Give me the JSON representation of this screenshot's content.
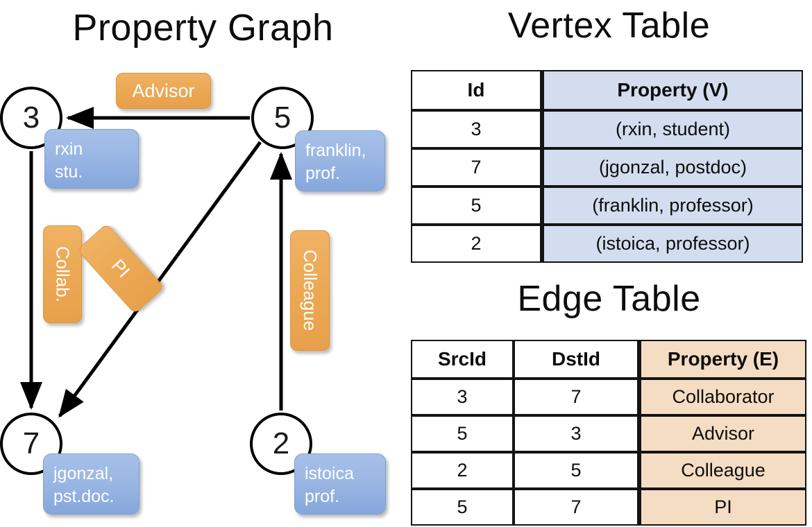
{
  "titles": {
    "property_graph": "Property Graph",
    "vertex_table": "Vertex Table",
    "edge_table": "Edge Table"
  },
  "graph": {
    "nodes": [
      {
        "id": "3",
        "label": "3",
        "property_line1": "rxin",
        "property_line2": "stu."
      },
      {
        "id": "5",
        "label": "5",
        "property_line1": "franklin,",
        "property_line2": "prof."
      },
      {
        "id": "7",
        "label": "7",
        "property_line1": "jgonzal,",
        "property_line2": "pst.doc."
      },
      {
        "id": "2",
        "label": "2",
        "property_line1": "istoica",
        "property_line2": "prof."
      }
    ],
    "edge_labels": [
      {
        "name": "advisor",
        "text": "Advisor"
      },
      {
        "name": "collab",
        "text": "Collab."
      },
      {
        "name": "pi",
        "text": "PI"
      },
      {
        "name": "colleague",
        "text": "Colleague"
      }
    ]
  },
  "vertex_table": {
    "headers": [
      "Id",
      "Property (V)"
    ],
    "rows": [
      {
        "id": "3",
        "property": "(rxin, student)"
      },
      {
        "id": "7",
        "property": "(jgonzal, postdoc)"
      },
      {
        "id": "5",
        "property": "(franklin, professor)"
      },
      {
        "id": "2",
        "property": "(istoica, professor)"
      }
    ]
  },
  "edge_table": {
    "headers": [
      "SrcId",
      "DstId",
      "Property (E)"
    ],
    "rows": [
      {
        "src": "3",
        "dst": "7",
        "property": "Collaborator"
      },
      {
        "src": "5",
        "dst": "3",
        "property": "Advisor"
      },
      {
        "src": "2",
        "dst": "5",
        "property": "Colleague"
      },
      {
        "src": "5",
        "dst": "7",
        "property": "PI"
      }
    ]
  },
  "colors": {
    "vertex_property_fill": "#d3ddef",
    "edge_property_fill": "#f5ddc3",
    "node_property_box": "#9cb8e4",
    "edge_label_box": "#eca955",
    "stroke": "#000000"
  }
}
